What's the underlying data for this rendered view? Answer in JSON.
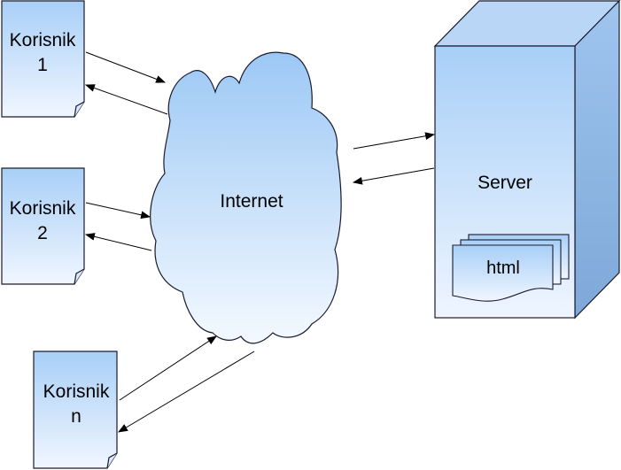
{
  "users": [
    {
      "line1": "Korisnik",
      "line2": "1"
    },
    {
      "line1": "Korisnik",
      "line2": "2"
    },
    {
      "line1": "Korisnik",
      "line2": "n"
    }
  ],
  "network": {
    "label": "Internet"
  },
  "server": {
    "label": "Server",
    "document_label": "html"
  },
  "colors": {
    "fill_light": "#f0f6ff",
    "fill_dark": "#a8cff7",
    "outline": "#1a1a2e",
    "cube_side": "#8bb4e2",
    "cube_top": "#b9d6f6",
    "arrow": "#000000"
  }
}
